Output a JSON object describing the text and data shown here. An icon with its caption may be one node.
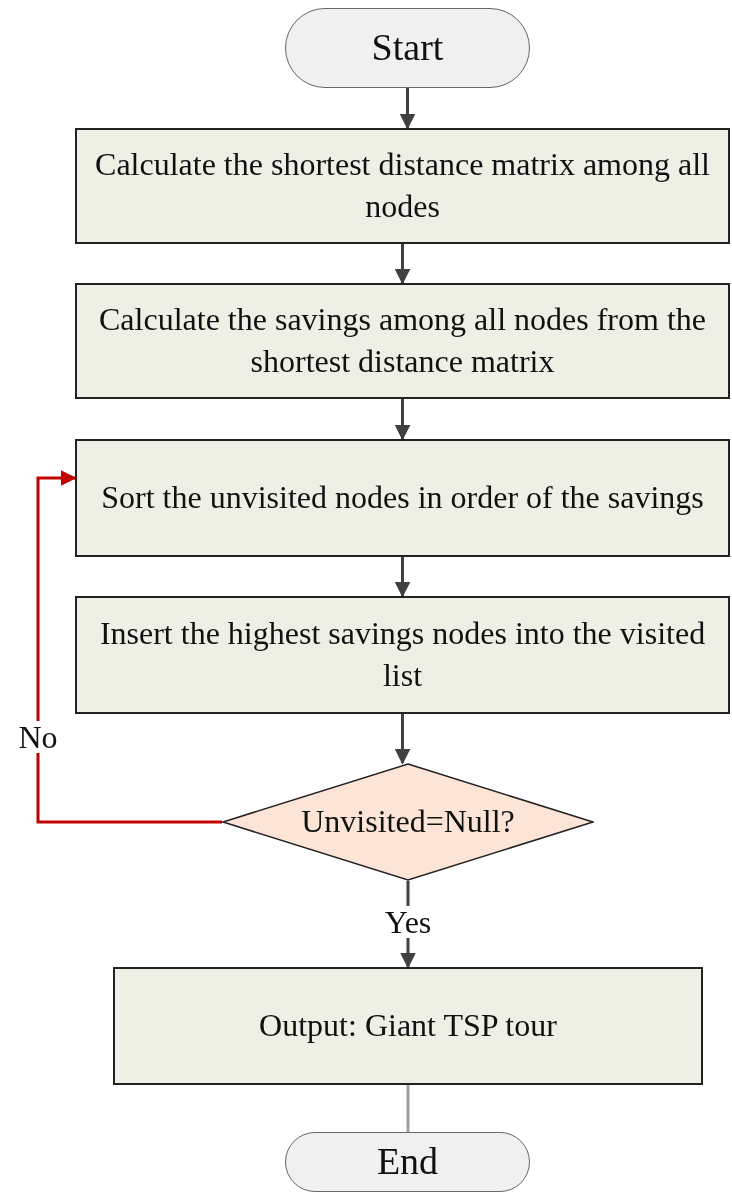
{
  "diagram": {
    "nodes": [
      {
        "text": [
          "Start"
        ]
      },
      {
        "text": [
          "Calculate the shortest distance matrix among all nodes"
        ]
      },
      {
        "text": [
          "Calculate the savings among all nodes from the shortest distance matrix"
        ]
      },
      {
        "text": [
          "Sort the unvisited nodes in order of the savings"
        ]
      },
      {
        "text": [
          "Insert the highest savings nodes into the visited list"
        ]
      },
      {
        "text": [
          "Unvisited=Null?"
        ]
      },
      {
        "text": [
          "Output: Giant TSP tour"
        ]
      },
      {
        "text": [
          "End"
        ]
      }
    ],
    "edges": [
      {
        "from": 0,
        "to": 1,
        "arrow": "to"
      },
      {
        "from": 1,
        "to": 2,
        "arrow": "to"
      },
      {
        "from": 2,
        "to": 3,
        "arrow": "to"
      },
      {
        "from": 3,
        "to": 4,
        "arrow": "to"
      },
      {
        "from": 4,
        "to": 5,
        "arrow": "to"
      },
      {
        "from": 5,
        "to": 6,
        "arrow": "to",
        "label": "Yes"
      },
      {
        "from": 6,
        "to": 7,
        "arrow": "none",
        "color": "#a0a0a0"
      },
      {
        "from": 5,
        "to": 3,
        "arrow": "to",
        "label": "No",
        "color": "#c00000"
      }
    ]
  }
}
